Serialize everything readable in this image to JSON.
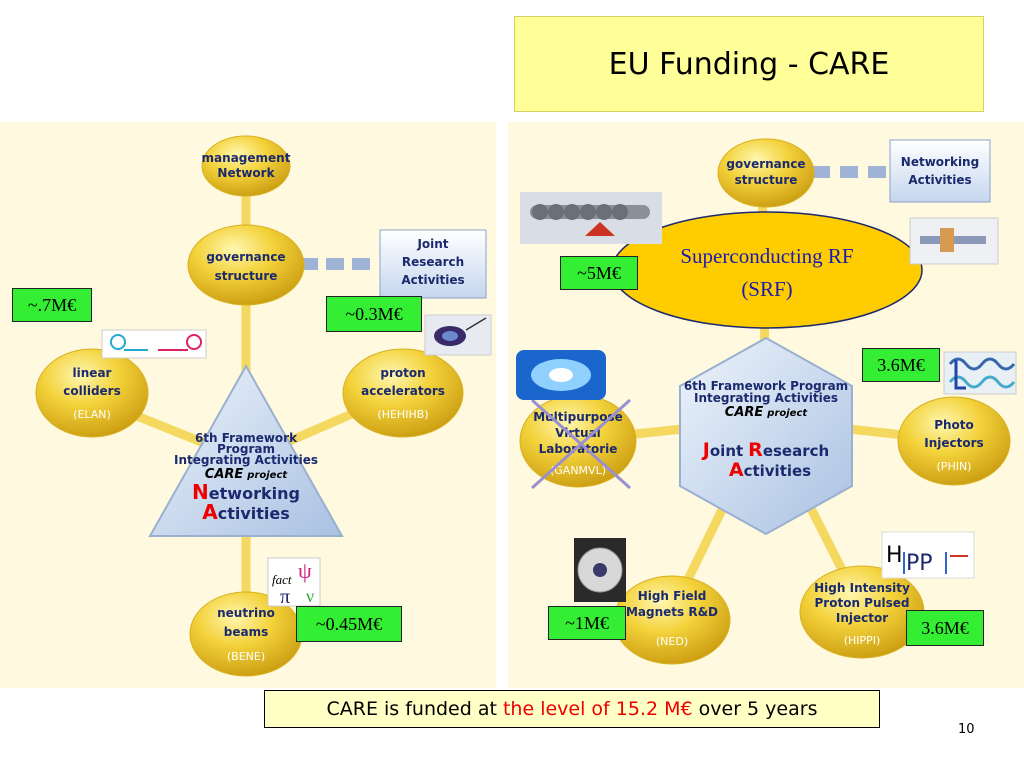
{
  "title": "EU Funding - CARE",
  "left": {
    "nodes": {
      "management": [
        "management",
        "Network"
      ],
      "governance": [
        "governance",
        "structure"
      ],
      "linear": [
        "linear",
        "colliders",
        "(ELAN)"
      ],
      "proton": [
        "proton",
        "accelerators",
        "(HEHIHB)"
      ],
      "neutrino": [
        "neutrino",
        "beams",
        "(BENE)"
      ]
    },
    "joint_box": [
      "Joint",
      "Research",
      "Activities"
    ],
    "center": {
      "lines": [
        "6th Framework",
        "Program",
        "Integrating Activities"
      ],
      "care": "CARE",
      "project": "project",
      "big1_letter": "N",
      "big1_rest": "etworking",
      "big2_letter": "A",
      "big2_rest": "ctivities"
    },
    "factpsi_letters": [
      "fact",
      "ψ",
      "π"
    ]
  },
  "right": {
    "nodes": {
      "governance": [
        "governance",
        "structure"
      ],
      "multipurpose": [
        "Multipurpose",
        "Virtual",
        "Laboratorie",
        "(GANMVL)"
      ],
      "photo": [
        "Photo",
        "Injectors",
        "(PHIN)"
      ],
      "highfield": [
        "High Field",
        "Magnets R&D",
        "(NED)"
      ],
      "hippi": [
        "High Intensity",
        "Proton Pulsed",
        "Injector",
        "(HIPPI)"
      ]
    },
    "networking_box": [
      "Networking",
      "Activities"
    ],
    "srf": [
      "Superconducting RF",
      "(SRF)"
    ],
    "center": {
      "lines": [
        "6th Framework Program",
        "Integrating Activities"
      ],
      "care": "CARE",
      "project": "project",
      "big1_letter": "J",
      "big1_rest": "oint",
      "big1b_letter": "R",
      "big1b_rest": "esearch",
      "big2_letter": "A",
      "big2_rest": "ctivities"
    },
    "hippi_logo": "HIPPI"
  },
  "funding": {
    "elan": "~.7M€",
    "joint": "~0.3M€",
    "bene": "~0.45M€",
    "srf": "~5M€",
    "phin": "3.6M€",
    "ned": "~1M€",
    "hippi": "3.6M€"
  },
  "footer": {
    "before": "CARE is funded at ",
    "highlight": "the level of 15.2 M€",
    "after": " over 5 years"
  },
  "page_number": "10",
  "colors": {
    "money_green": "#33ee33",
    "title_yellow": "#ffff99",
    "node_gold": "#f2cc2e",
    "hub_blue": "#c8d9ef",
    "accent_red": "#ee0000"
  }
}
